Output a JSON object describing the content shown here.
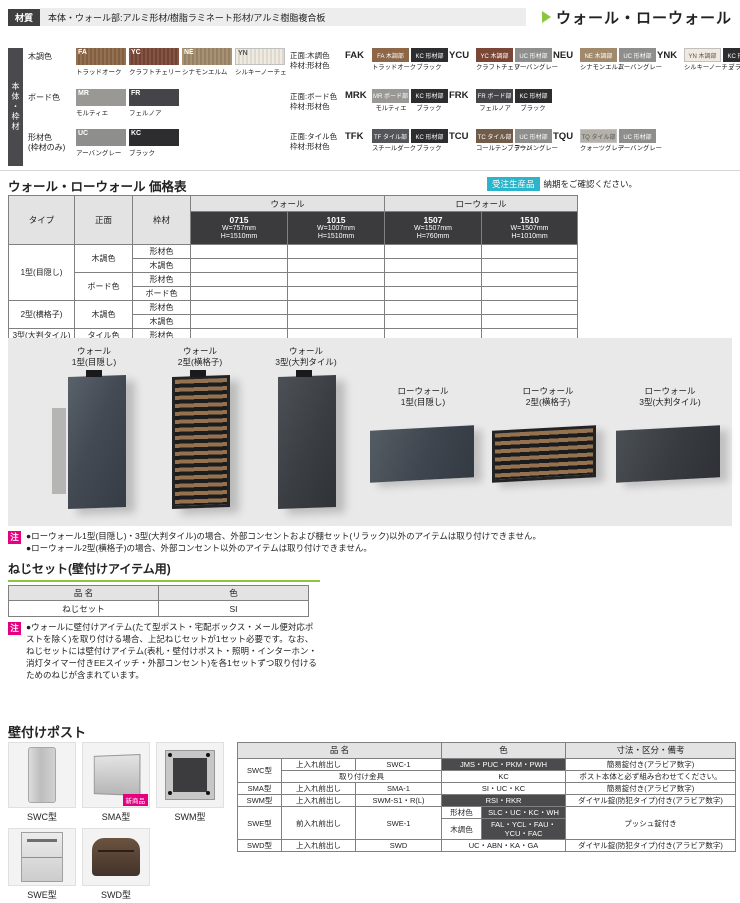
{
  "accent": {
    "green": "#8cc63f",
    "pink": "#e4007f",
    "cyan": "#2ab5cb"
  },
  "header": {
    "material_label": "材質",
    "material_text": "本体・ウォール部:アルミ形材/樹脂ラミネート形材/アルミ樹脂複合板",
    "page_title": "ウォール・ローウォール"
  },
  "materials": {
    "side_label": "本体・枠材",
    "rows": [
      {
        "label": "木調色",
        "combo_header1": "正面:木調色",
        "combo_header2": "枠材:形材色",
        "swatches": [
          {
            "code": "FA",
            "name": "トラッドオーク",
            "hex": "#8d6647"
          },
          {
            "code": "YC",
            "name": "クラフトチェリー",
            "hex": "#7a4737"
          },
          {
            "code": "NE",
            "name": "シナモンエルム",
            "hex": "#a18a6c"
          },
          {
            "code": "YN",
            "name": "シルキーノーチェ",
            "hex": "#efe9de"
          }
        ],
        "combos": [
          {
            "code": "FAK",
            "part1": "FA 木調部",
            "hex1": "#8d6647",
            "part2": "KC 形材部",
            "hex2": "#2d2d2f",
            "name1": "トラッドオーク",
            "name2": "ブラック"
          },
          {
            "code": "YCU",
            "part1": "YC 木調部",
            "hex1": "#7a4737",
            "part2": "UC 形材部",
            "hex2": "#8e8e8c",
            "name1": "クラフトチェリー",
            "name2": "アーバングレー"
          },
          {
            "code": "NEU",
            "part1": "NE 木調部",
            "hex1": "#a18a6c",
            "part2": "UC 形材部",
            "hex2": "#8e8e8c",
            "name1": "シナモンエルム",
            "name2": "アーバングレー"
          },
          {
            "code": "YNK",
            "part1": "YN 木調部",
            "hex1": "#efe9de",
            "part2": "KC 形材部",
            "hex2": "#2d2d2f",
            "name1": "シルキーノーチェ",
            "name2": "ブラック"
          }
        ]
      },
      {
        "label": "ボード色",
        "combo_header1": "正面:ボード色",
        "combo_header2": "枠材:形材色",
        "swatches": [
          {
            "code": "MR",
            "name": "モルティエ",
            "hex": "#9a9894"
          },
          {
            "code": "FR",
            "name": "フェルノア",
            "hex": "#454549"
          }
        ],
        "combos": [
          {
            "code": "MRK",
            "part1": "MR ボード部",
            "hex1": "#9a9894",
            "part2": "KC 形材部",
            "hex2": "#2d2d2f",
            "name1": "モルティエ",
            "name2": "ブラック"
          },
          {
            "code": "FRK",
            "part1": "FR ボード部",
            "hex1": "#454549",
            "part2": "KC 形材部",
            "hex2": "#2d2d2f",
            "name1": "フェルノア",
            "name2": "ブラック"
          }
        ]
      },
      {
        "label": "形材色",
        "sublabel": "(枠材のみ)",
        "combo_header1": "正面:タイル色",
        "combo_header2": "枠材:形材色",
        "swatches": [
          {
            "code": "UC",
            "name": "アーバングレー",
            "hex": "#8e8e8c"
          },
          {
            "code": "KC",
            "name": "ブラック",
            "hex": "#2d2d2f"
          }
        ],
        "combos": [
          {
            "code": "TFK",
            "part1": "TF タイル部",
            "hex1": "#54555a",
            "part2": "KC 形材部",
            "hex2": "#2d2d2f",
            "name1": "スチールダーク",
            "name2": "ブラック"
          },
          {
            "code": "TCU",
            "part1": "TC タイル部",
            "hex1": "#715c4a",
            "part2": "UC 形材部",
            "hex2": "#8e8e8c",
            "name1": "コールテンブラウン",
            "name2": "アーバングレー"
          },
          {
            "code": "TQU",
            "part1": "TQ タイル部",
            "hex1": "#b4b1a9",
            "part2": "UC 形材部",
            "hex2": "#8e8e8c",
            "name1": "クォーツグレー",
            "name2": "アーバングレー"
          }
        ]
      }
    ]
  },
  "price_table": {
    "title": "ウォール・ローウォール 価格表",
    "order_badge": "受注生産品",
    "order_note": "納期をご確認ください。",
    "headers": {
      "type": "タイプ",
      "front": "正面",
      "frame": "枠材",
      "wall": "ウォール",
      "low_wall": "ローウォール"
    },
    "size_cols": [
      {
        "code": "0715",
        "w": "W=757mm",
        "h": "H=1510mm"
      },
      {
        "code": "1015",
        "w": "W=1007mm",
        "h": "H=1510mm"
      },
      {
        "code": "1507",
        "w": "W=1507mm",
        "h": "H=760mm"
      },
      {
        "code": "1510",
        "w": "W=1507mm",
        "h": "H=1010mm"
      }
    ],
    "rows": [
      {
        "type": "1型(目隠し)",
        "front": "木調色",
        "frame": "形材色"
      },
      {
        "frame": "木調色"
      },
      {
        "front": "ボード色",
        "frame": "形材色"
      },
      {
        "frame": "ボード色"
      },
      {
        "type": "2型(横格子)",
        "front": "木調色",
        "frame": "形材色"
      },
      {
        "frame": "木調色"
      },
      {
        "type": "3型(大判タイル)",
        "front": "タイル色",
        "frame": "形材色"
      }
    ]
  },
  "display": {
    "walls": [
      {
        "line1": "ウォール",
        "line2": "1型(目隠し)"
      },
      {
        "line1": "ウォール",
        "line2": "2型(横格子)"
      },
      {
        "line1": "ウォール",
        "line2": "3型(大判タイル)"
      }
    ],
    "low_walls": [
      {
        "line1": "ローウォール",
        "line2": "1型(目隠し)"
      },
      {
        "line1": "ローウォール",
        "line2": "2型(横格子)"
      },
      {
        "line1": "ローウォール",
        "line2": "3型(大判タイル)"
      }
    ]
  },
  "wall_notes": {
    "label": "注",
    "line1": "●ローウォール1型(目隠し)・3型(大判タイル)の場合、外部コンセントおよび棚セット(リラック)以外のアイテムは取り付けできません。",
    "line2": "●ローウォール2型(横格子)の場合、外部コンセント以外のアイテムは取り付けできません。"
  },
  "screw_set": {
    "title": "ねじセット(壁付けアイテム用)",
    "name_header": "品 名",
    "color_header": "色",
    "name_value": "ねじセット",
    "color_value": "SI",
    "note_label": "注",
    "note": "●ウォールに壁付けアイテム(たて型ポスト・宅配ボックス・メール便対応ポストを除く)を取り付ける場合、上記ねじセットが1セット必要です。なお、ねじセットには壁付けアイテム(表札・壁付けポスト・照明・インターホン・消灯タイマー付きEEスイッチ・外部コンセント)を各1セットずつ取り付けるためのねじが含まれています。"
  },
  "posts": {
    "title": "壁付けポスト",
    "items": [
      {
        "label": "SWC型"
      },
      {
        "label": "SMA型",
        "badge": "新商品"
      },
      {
        "label": "SWM型"
      },
      {
        "label": "SWE型"
      },
      {
        "label": "SWD型"
      }
    ],
    "table": {
      "header_name": "品 名",
      "header_color": "色",
      "header_spec": "寸法・区分・備考",
      "swc": {
        "type": "SWC型",
        "method": "上入れ前出し",
        "model": "SWC-1",
        "colors": "JMS・PUC・PKM・PWH",
        "spec": "簡易錠付き(アラビア数字)"
      },
      "swc2": {
        "method": "取り付け金具",
        "colors": "KC",
        "spec": "ポスト本体と必ず組み合わせてください。"
      },
      "sma": {
        "type": "SMA型",
        "method": "上入れ前出し",
        "model": "SMA-1",
        "colors": "SI・UC・KC",
        "spec": "簡易錠付き(アラビア数字)"
      },
      "swm": {
        "type": "SWM型",
        "method": "上入れ前出し",
        "model": "SWM-S1・R(L)",
        "colors": "RSI・RKR",
        "spec": "ダイヤル錠(防犯タイプ)付き(アラビア数字)"
      },
      "swe": {
        "type": "SWE型",
        "method": "前入れ前出し",
        "model": "SWE-1",
        "label1": "形材色",
        "colors1": "SLC・UC・KC・WH",
        "label2": "木調色",
        "colors2": "FAL・YCL・FAU・YCU・FAC",
        "spec": "プッシュ錠付き"
      },
      "swd": {
        "type": "SWD型",
        "method": "上入れ前出し",
        "model": "SWD",
        "colors": "UC・ABN・KA・GA",
        "spec": "ダイヤル錠(防犯タイプ)付き(アラビア数字)"
      }
    }
  }
}
